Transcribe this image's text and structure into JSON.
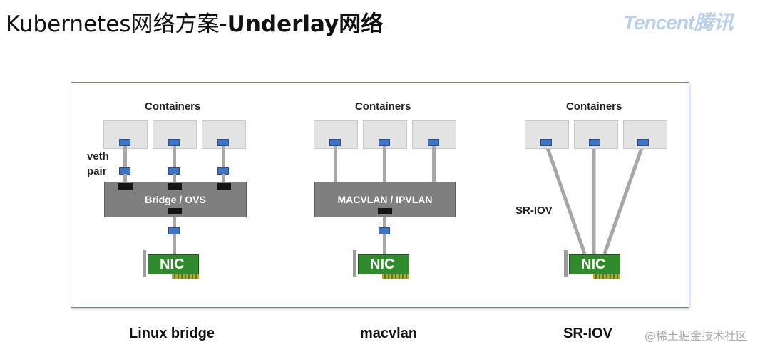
{
  "title": {
    "regular": "Kubernetes网络方案-",
    "bold": "Underlay网络"
  },
  "logo": "Tencent腾讯",
  "panels": [
    {
      "containers_label": "Containers",
      "side_label": "veth pair",
      "switch_label": "Bridge / OVS",
      "nic_label": "NIC",
      "caption": "Linux bridge"
    },
    {
      "containers_label": "Containers",
      "switch_label": "MACVLAN / IPVLAN",
      "nic_label": "NIC",
      "caption": "macvlan"
    },
    {
      "containers_label": "Containers",
      "side_label": "SR-IOV",
      "nic_label": "NIC",
      "caption": "SR-IOV"
    }
  ],
  "watermark": "@稀土掘金技术社区",
  "colors": {
    "port": "#3f75c4",
    "switch": "#7f7f7f",
    "nic": "#2f8b2c",
    "link": "#a7a7a7"
  }
}
